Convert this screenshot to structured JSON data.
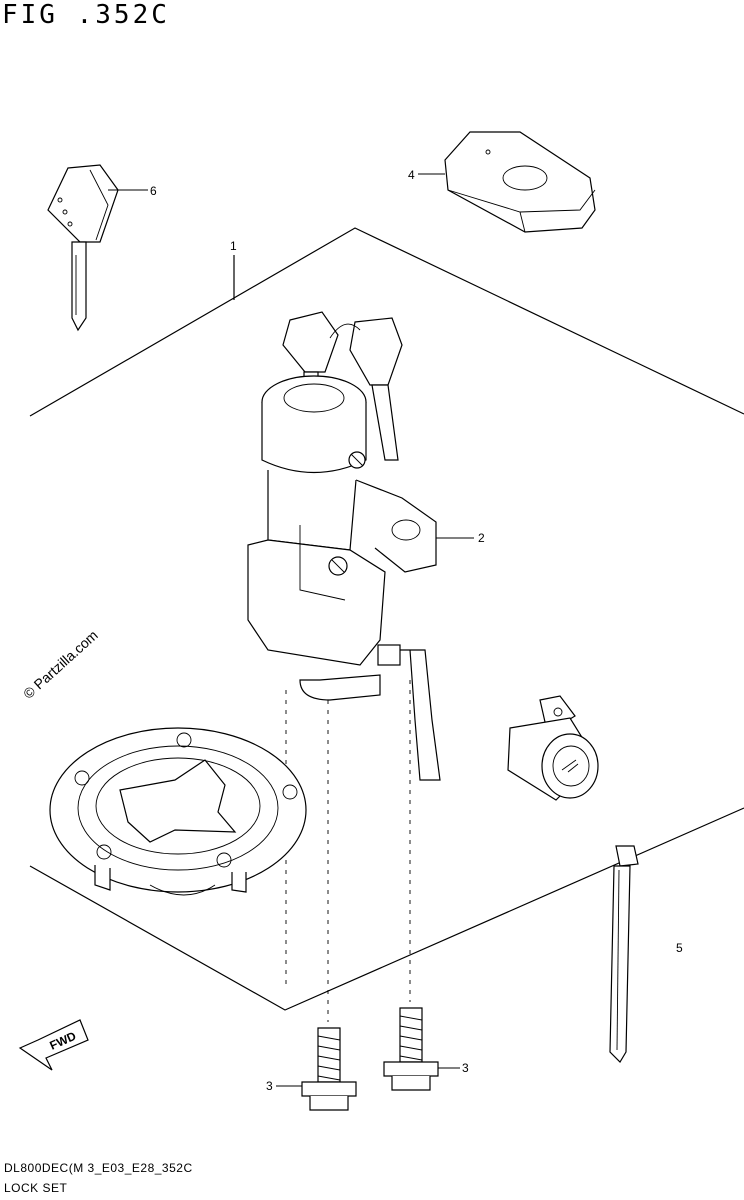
{
  "figure": {
    "title": "FIG .352C",
    "footer_code": "DL800DEC(M 3_E03_E28_352C",
    "footer_name": "LOCK SET",
    "watermark": "© Partzilla.com",
    "direction_label": "FWD"
  },
  "callouts": [
    {
      "number": "1",
      "part": "lock set"
    },
    {
      "number": "2",
      "part": "ignition switch"
    },
    {
      "number": "3",
      "part": "bolt"
    },
    {
      "number": "3",
      "part": "bolt"
    },
    {
      "number": "4",
      "part": "cover"
    },
    {
      "number": "5",
      "part": "cable tie"
    },
    {
      "number": "6",
      "part": "key"
    }
  ]
}
